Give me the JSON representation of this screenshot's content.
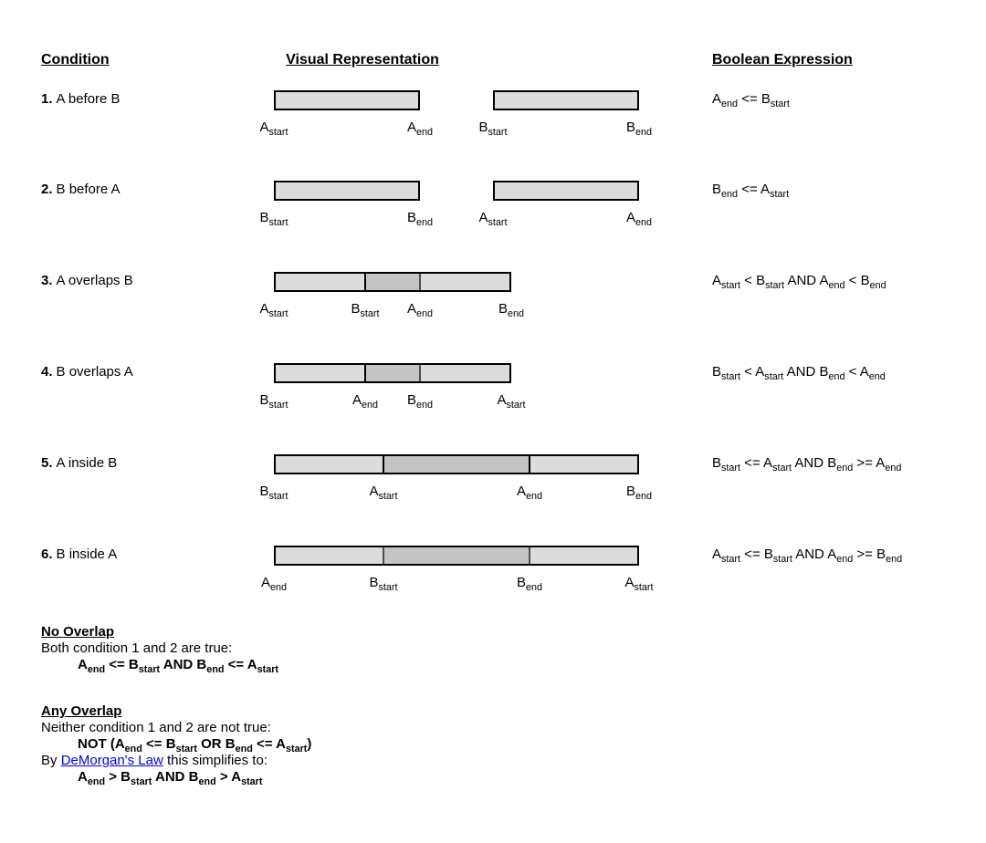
{
  "headers": {
    "condition": "Condition",
    "visual": "Visual Representation",
    "boolean": "Boolean Expression"
  },
  "rows": [
    {
      "num": "1.",
      "name": "A before B",
      "expr": "A{end} <= B{start}",
      "labels": [
        "A{start}",
        "A{end}",
        "B{start}",
        "B{end}"
      ]
    },
    {
      "num": "2.",
      "name": "B before A",
      "expr": "B{end} <= A{start}",
      "labels": [
        "B{start}",
        "B{end}",
        "A{start}",
        "A{end}"
      ]
    },
    {
      "num": "3.",
      "name": "A overlaps B",
      "expr": "A{start} < B{start} AND A{end} < B{end}",
      "labels": [
        "A{start}",
        "B{start}",
        "A{end}",
        "B{end}"
      ]
    },
    {
      "num": "4.",
      "name": "B overlaps A",
      "expr": "B{start} < A{start} AND B{end} < A{end}",
      "labels": [
        "B{start}",
        "A{end}",
        "B{end}",
        "A{start}"
      ]
    },
    {
      "num": "5.",
      "name": "A inside B",
      "expr": "B{start} <= A{start} AND B{end} >= A{end}",
      "labels": [
        "B{start}",
        "A{start}",
        "A{end}",
        "B{end}"
      ]
    },
    {
      "num": "6.",
      "name": "B inside A",
      "expr": "A{start} <= B{start} AND A{end} >= B{end}",
      "labels": [
        "A{end}",
        "B{start}",
        "B{end}",
        "A{start}"
      ]
    }
  ],
  "no_overlap": {
    "title": "No Overlap",
    "line1": "Both condition 1 and 2 are true:",
    "expr": "A{end} <= B{start} AND B{end} <= A{start}"
  },
  "any_overlap": {
    "title": "Any Overlap",
    "line1": "Neither condition 1 and 2 are not true:",
    "expr1": "NOT (A{end} <= B{start} OR B{end} <= A{start})",
    "line2_pre": "By ",
    "link": "DeMorgan's Law",
    "line2_post": " this simplifies to:",
    "expr2": "A{end} > B{start} AND B{end} > A{start}"
  },
  "colors": {
    "bar_light": "#dcdcdc",
    "bar_overlap": "#c4c4c4",
    "bar_border": "#000000",
    "link_blue": "#0000ee"
  }
}
